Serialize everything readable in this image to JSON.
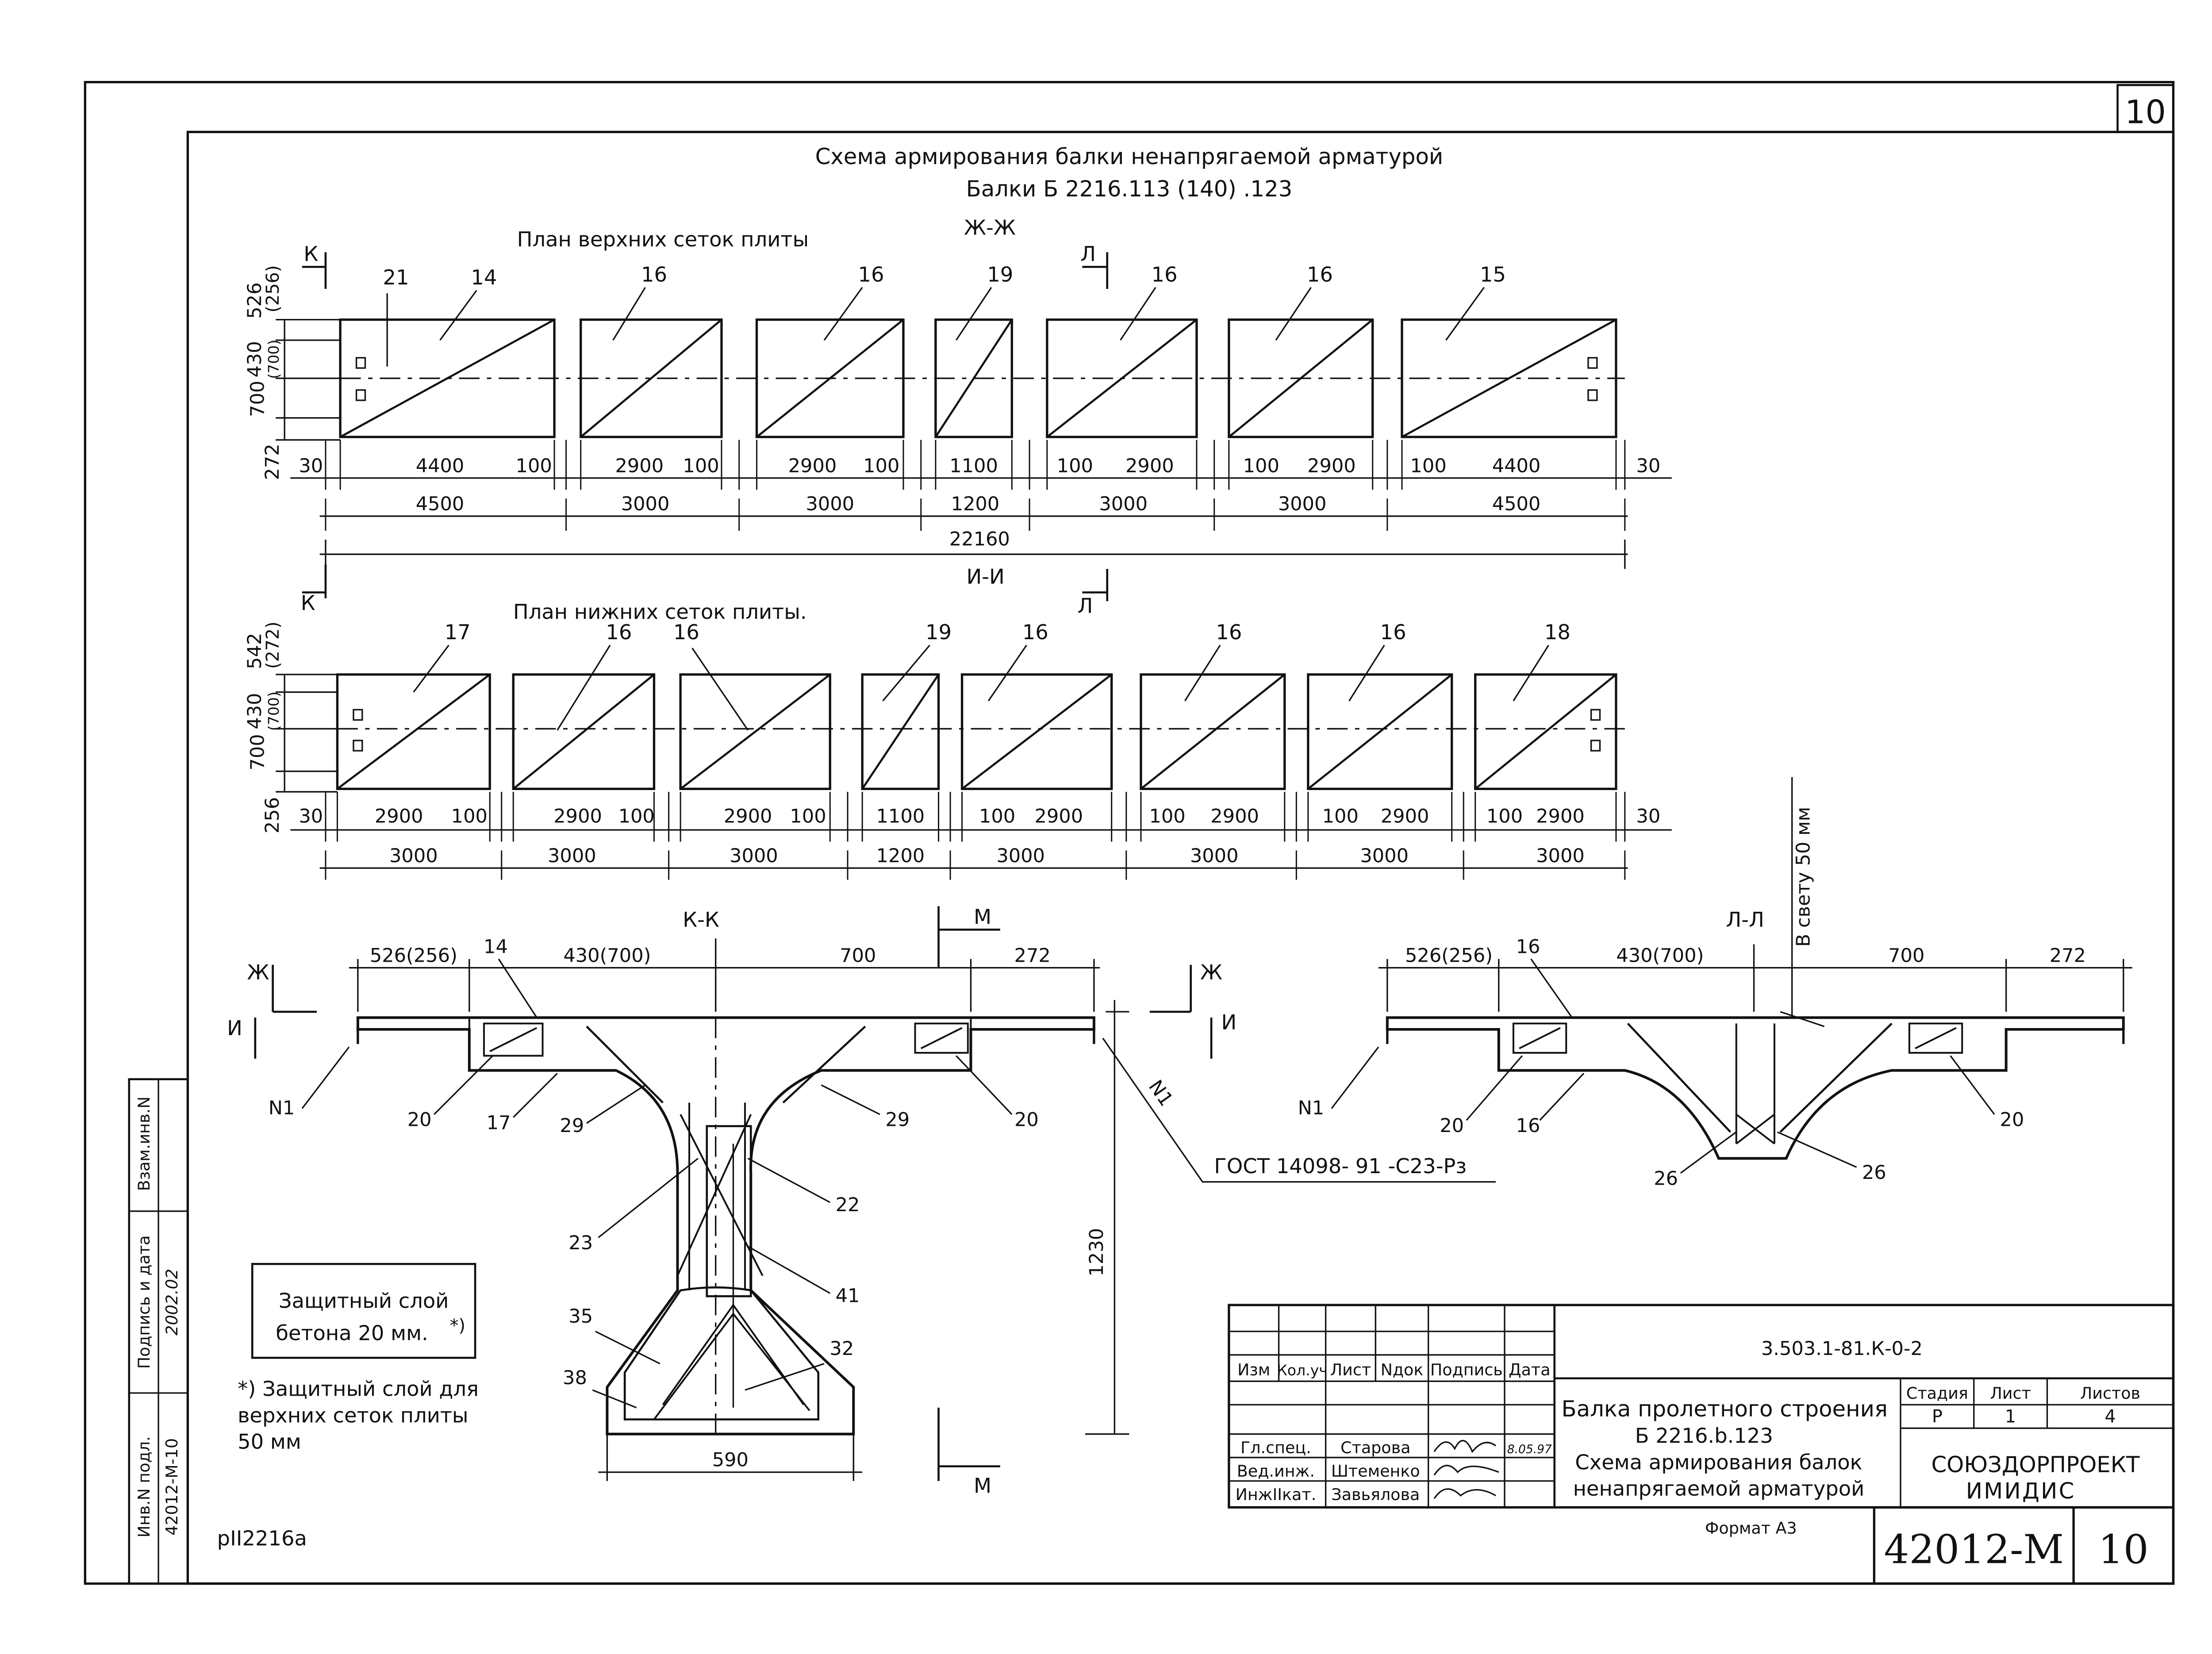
{
  "sheet": {
    "corner_number": "10",
    "title_line1": "Схема армирования балки ненапрягаемой арматурой",
    "title_line2": "Балки Б 2216.113 (140) .123",
    "bottom_left_code": "pII2216a",
    "format": "Формат А3"
  },
  "upper_plan": {
    "title": "План верхних сеток плиты",
    "section": "Ж-Ж",
    "cut_left": "К",
    "cut_mid": "Л",
    "vert_dims": [
      "526\n(256)",
      "430\n(700)",
      "700",
      "272"
    ],
    "vert_dim_526": "526",
    "vert_dim_256": "(256)",
    "vert_dim_430": "430",
    "vert_dim_700p": "(700)",
    "vert_dim_700": "700",
    "vert_dim_272": "272",
    "panels": [
      {
        "mark": "14",
        "extra_mark": "21",
        "inner": "4400",
        "left": "30",
        "right": "100",
        "outer": "4500"
      },
      {
        "mark": "16",
        "inner": "2900",
        "right": "100",
        "outer": "3000"
      },
      {
        "mark": "16",
        "inner": "2900",
        "right": "100",
        "outer": "3000"
      },
      {
        "mark": "19",
        "inner": "1100",
        "outer": "1200"
      },
      {
        "mark": "16",
        "inner": "2900",
        "left": "100",
        "outer": "3000"
      },
      {
        "mark": "16",
        "inner": "2900",
        "left": "100",
        "outer": "3000"
      },
      {
        "mark": "15",
        "inner": "4400",
        "left": "100",
        "right": "30",
        "outer": "4500"
      }
    ],
    "total": "22160"
  },
  "lower_plan": {
    "title": "План нижних сеток плиты.",
    "section": "И-И",
    "cut_left": "К",
    "cut_mid": "Л",
    "vert_dim_542": "542",
    "vert_dim_272p": "(272)",
    "vert_dim_430": "430",
    "vert_dim_700p": "(700)",
    "vert_dim_700": "700",
    "vert_dim_256": "256",
    "panels": [
      {
        "mark": "17",
        "inner": "2900",
        "left": "30",
        "right": "100",
        "outer": "3000"
      },
      {
        "mark": "16",
        "inner": "2900",
        "right": "100",
        "outer": "3000"
      },
      {
        "mark": "16",
        "inner": "2900",
        "right": "100",
        "outer": "3000"
      },
      {
        "mark": "19",
        "inner": "1100",
        "outer": "1200"
      },
      {
        "mark": "16",
        "inner": "2900",
        "left": "100",
        "outer": "3000"
      },
      {
        "mark": "16",
        "inner": "2900",
        "left": "100",
        "outer": "3000"
      },
      {
        "mark": "16",
        "inner": "2900",
        "left": "100",
        "outer": "3000"
      },
      {
        "mark": "18",
        "inner": "2900",
        "left": "100",
        "right": "30",
        "outer": "3000"
      }
    ]
  },
  "section_kk": {
    "title": "К-К",
    "cut_m": "М",
    "cut_zh": "Ж",
    "cut_i": "И",
    "dim_526": "526(256)",
    "dim_430": "430(700)",
    "dim_700": "700",
    "dim_272": "272",
    "dim_1230": "1230",
    "dim_590": "590",
    "mark_14": "14",
    "mark_n1_left": "N1",
    "mark_n1_right": "N1",
    "mark_20_left": "20",
    "mark_17": "17",
    "mark_29_left": "29",
    "mark_29_right": "29",
    "mark_20_right": "20",
    "mark_22": "22",
    "mark_23": "23",
    "mark_41": "41",
    "mark_35": "35",
    "mark_32": "32",
    "mark_38": "38",
    "gost": "ГОСТ 14098- 91 -С23-Рз"
  },
  "section_ll": {
    "title": "Л-Л",
    "note_gap": "В свету 50 мм",
    "dim_526": "526(256)",
    "dim_430": "430(700)",
    "dim_700": "700",
    "dim_272": "272",
    "mark_16_top": "16",
    "mark_n1": "N1",
    "mark_20_left": "20",
    "mark_16_bottom": "16",
    "mark_20_right": "20",
    "mark_26_left": "26",
    "mark_26_right": "26"
  },
  "notes": {
    "box_line1": "Защитный слой",
    "box_line2": "бетона 20 мм.",
    "box_star": "*)",
    "foot_line1": "*) Защитный слой для",
    "foot_line2": "верхних сеток плиты",
    "foot_line3": "50 мм"
  },
  "side_stamp": {
    "col1": "Инв.N подл.",
    "col2": "Подпись и дата",
    "col3": "Взам.инв.N",
    "inv_value": "42012-М-10",
    "date_value": "2002.02"
  },
  "title_block": {
    "doc_code": "3.503.1-81.К-0-2",
    "head_izm": "Изм",
    "head_koluch": "Кол.уч",
    "head_list": "Лист",
    "head_ndok": "Nдок",
    "head_podpis": "Подпись",
    "head_data": "Дата",
    "role1": "Гл.спец.",
    "name1": "Старова",
    "date1": "8.05.97",
    "role2": "Вед.инж.",
    "name2": "Штеменко",
    "role3": "ИнжIIкат.",
    "name3": "Завьялова",
    "desc_line1": "Балка пролетного строения",
    "desc_line2": "Б 2216.b.123",
    "desc_line3": "Схема армирования балок",
    "desc_line4": "ненапрягаемой арматурой",
    "stage_label": "Стадия",
    "sheet_label": "Лист",
    "sheets_label": "Листов",
    "stage_value": "Р",
    "sheet_value": "1",
    "sheets_value": "4",
    "org_line1": "СОЮЗДОРПРОЕКТ",
    "org_line2": "ИМИДИС",
    "big_code": "42012-М",
    "big_sheet": "10"
  }
}
